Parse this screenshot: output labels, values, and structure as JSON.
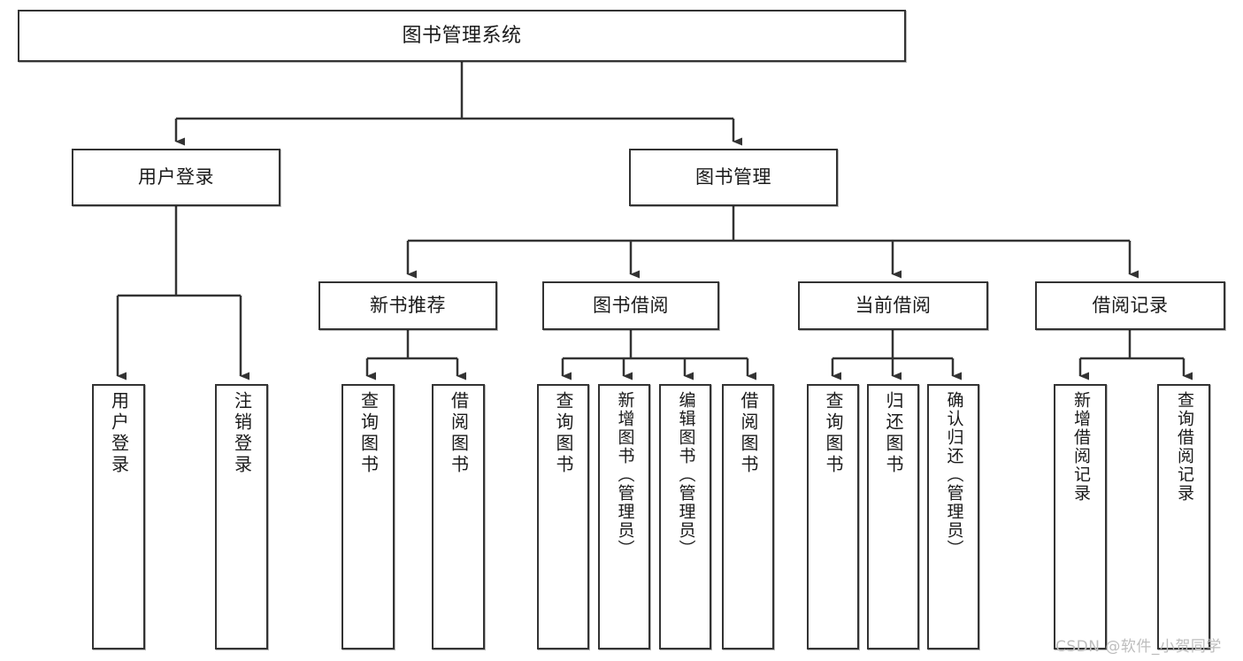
{
  "diagram": {
    "title": "图书管理系统",
    "type": "tree",
    "watermark": "CSDN @软件_小贺同学",
    "colors": {
      "box_border": "#333333",
      "box_fill": "#ffffff",
      "edge": "#333333",
      "text": "#1a1a1a",
      "watermark": "#bdbdbd",
      "background": "#ffffff"
    },
    "nodes": {
      "root": {
        "label": "图书管理系统"
      },
      "level2": [
        {
          "label": "用户登录"
        },
        {
          "label": "图书管理"
        }
      ],
      "level3": [
        {
          "label": "新书推荐"
        },
        {
          "label": "图书借阅"
        },
        {
          "label": "当前借阅"
        },
        {
          "label": "借阅记录"
        }
      ],
      "leaves": {
        "user_login": [
          {
            "label": "用户登录"
          },
          {
            "label": "注销登录"
          }
        ],
        "new_book_recommend": [
          {
            "label": "查询图书"
          },
          {
            "label": "借阅图书"
          }
        ],
        "book_borrow": [
          {
            "label": "查询图书"
          },
          {
            "label": "新增图书（管理员）"
          },
          {
            "label": "编辑图书（管理员）"
          },
          {
            "label": "借阅图书"
          }
        ],
        "current_borrow": [
          {
            "label": "查询图书"
          },
          {
            "label": "归还图书"
          },
          {
            "label": "确认归还（管理员）"
          }
        ],
        "borrow_record": [
          {
            "label": "新增借阅记录"
          },
          {
            "label": "查询借阅记录"
          }
        ]
      }
    }
  }
}
